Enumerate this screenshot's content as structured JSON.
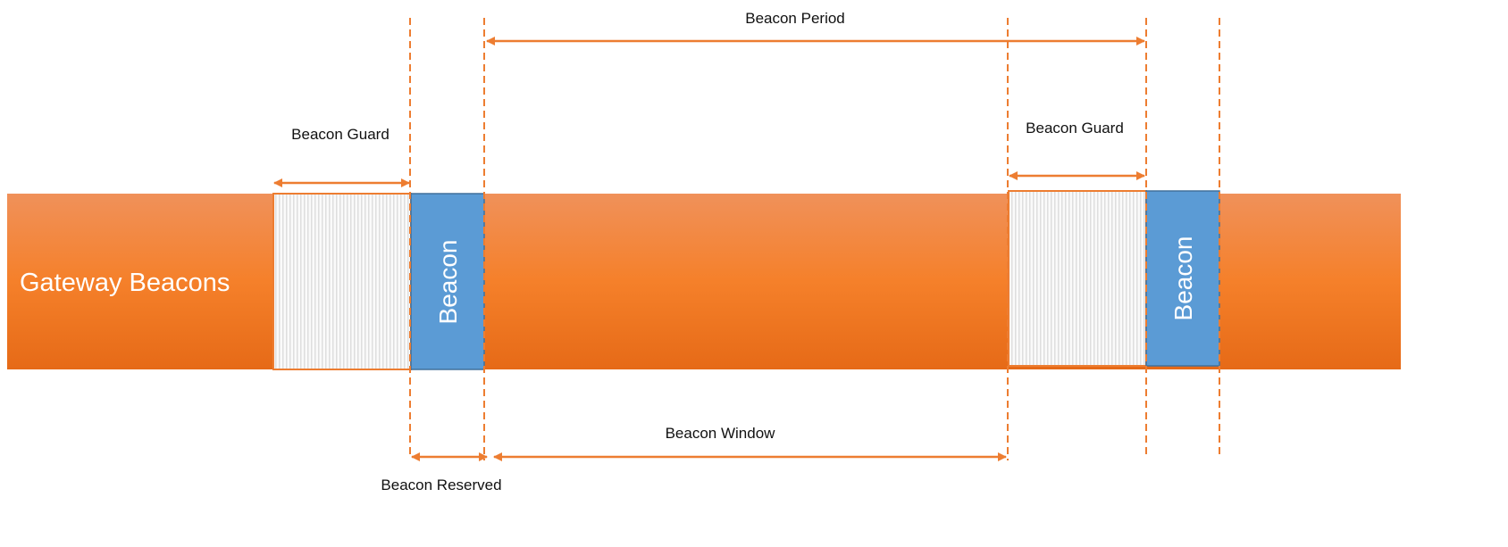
{
  "bar_label": "Gateway Beacons",
  "beacon_label": "Beacon",
  "labels": {
    "beacon_period": "Beacon Period",
    "beacon_guard_1": "Beacon Guard",
    "beacon_guard_2": "Beacon Guard",
    "beacon_window": "Beacon Window",
    "beacon_reserved": "Beacon Reserved"
  },
  "colors": {
    "bar": "#f5802a",
    "beacon": "#5b9bd5",
    "guard": "#e6e6e6",
    "lines": "#ed7d31"
  }
}
